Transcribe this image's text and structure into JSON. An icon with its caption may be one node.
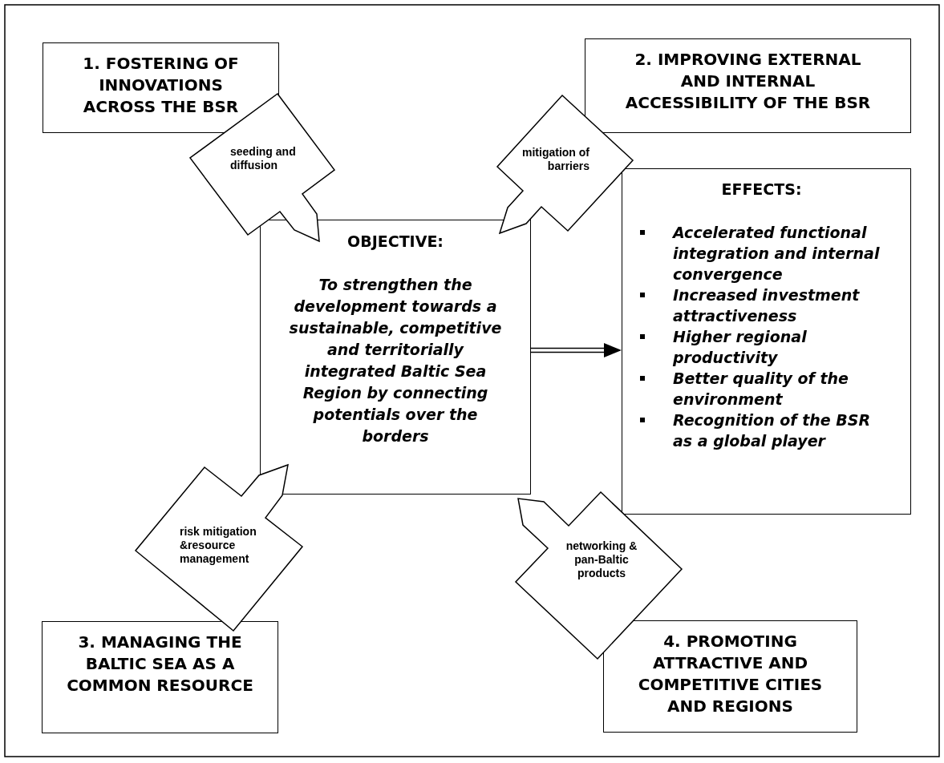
{
  "diagram": {
    "nodes": [
      {
        "text": [
          "1. FOSTERING OF INNOVATIONS ACROSS THE BSR"
        ]
      },
      {
        "text": [
          "2. IMPROVING EXTERNAL AND INTERNAL ACCESSIBILITY OF THE BSR"
        ]
      },
      {
        "text": [
          "OBJECTIVE:",
          "To strengthen the development towards a sustainable, competitive and territorially integrated Baltic Sea Region by connecting potentials over the borders"
        ]
      },
      {
        "text": [
          "EFFECTS:",
          "Accelerated functional integration and internal convergence",
          "Increased investment attractiveness",
          "Higher regional productivity",
          "Better quality of the environment",
          "Recognition of the BSR as a global player"
        ]
      },
      {
        "text": [
          "3. MANAGING THE BALTIC SEA AS A COMMON RESOURCE"
        ]
      },
      {
        "text": [
          "4. PROMOTING ATTRACTIVE AND COMPETITIVE CITIES AND REGIONS"
        ]
      },
      {
        "text": [
          "seeding and diffusion"
        ]
      },
      {
        "text": [
          "mitigation of barriers"
        ]
      },
      {
        "text": [
          "risk mitigation &resource management"
        ]
      },
      {
        "text": [
          "networking & pan-Baltic products"
        ]
      }
    ],
    "edges": [
      {
        "from": 2,
        "to": 3,
        "arrow": "to"
      }
    ]
  }
}
